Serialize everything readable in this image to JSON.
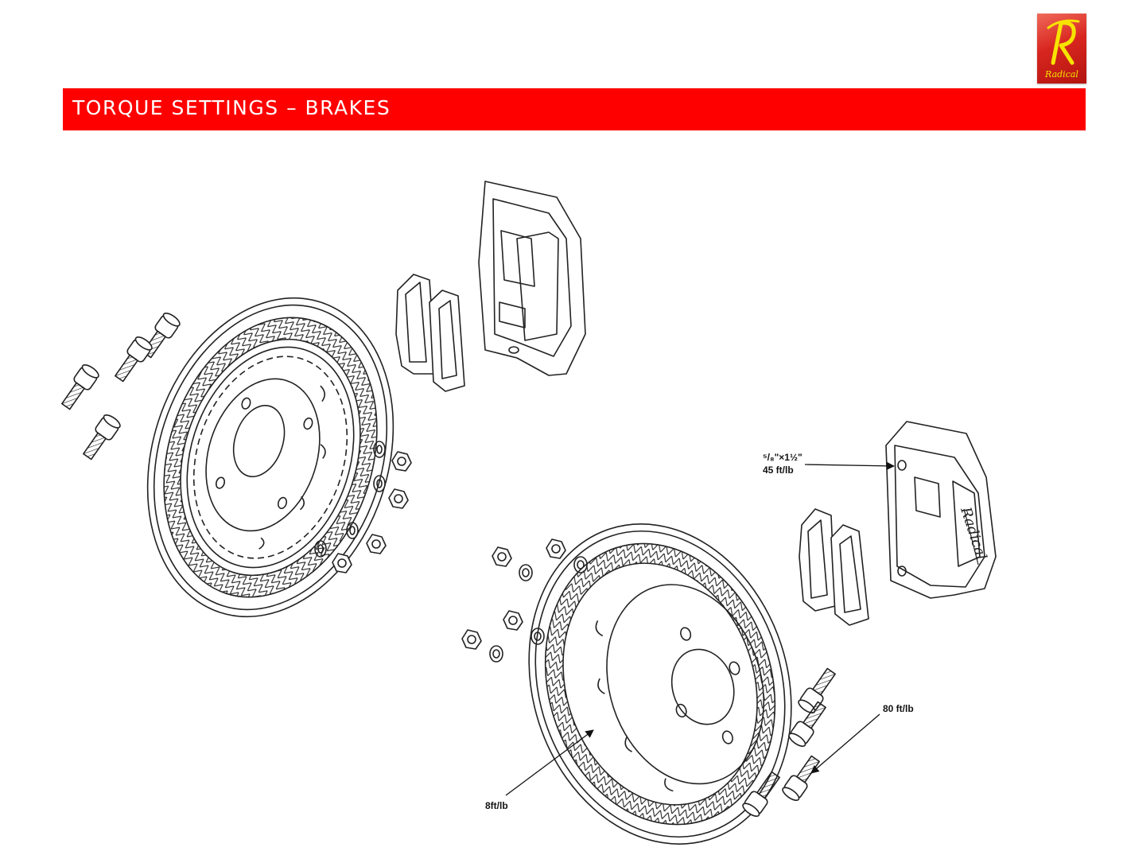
{
  "header": {
    "title": "TORQUE SETTINGS – BRAKES",
    "bar_color": "#ff0000",
    "logo_text": "Radical"
  },
  "annotations": {
    "caliper_bolt_size": "⁵/₈\"×1½\"",
    "caliper_bolt_torque": "45 ft/lb",
    "wheel_bolt_torque": "80 ft/lb",
    "bell_bolt_torque": "8ft/lb"
  }
}
